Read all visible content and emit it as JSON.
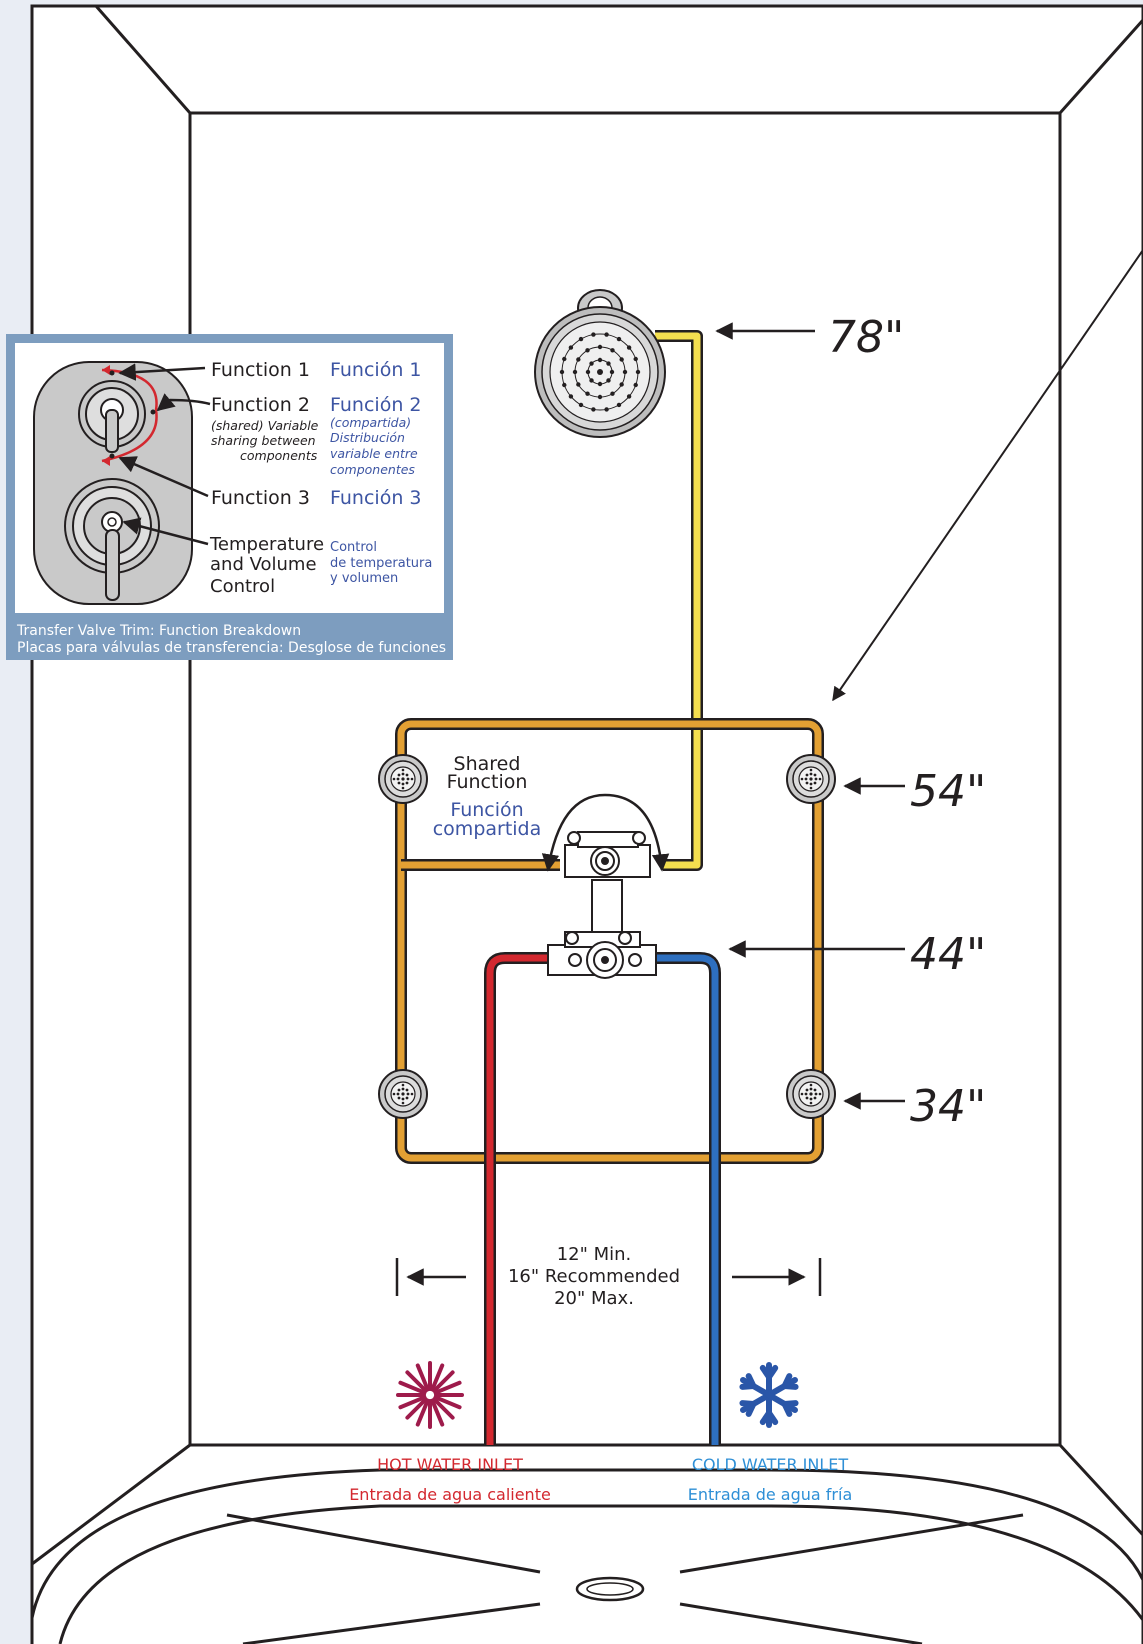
{
  "heights": {
    "shower_head": "78\"",
    "upper_jets": "54\"",
    "valve": "44\"",
    "lower_jets": "34\""
  },
  "shared_function": {
    "en_line1": "Shared",
    "en_line2": "Function",
    "es_line1": "Función",
    "es_line2": "compartida"
  },
  "spacing": {
    "min": "12\" Min.",
    "recommended": "16\" Recommended",
    "max": "20\" Max."
  },
  "inlets": {
    "hot_en": "HOT WATER INLET",
    "hot_es": "Entrada de agua caliente",
    "cold_en": "COLD WATER INLET",
    "cold_es": "Entrada de agua fría"
  },
  "legend": {
    "f1_en": "Function 1",
    "f1_es": "Función 1",
    "f2_en": "Function 2",
    "f2_es": "Función 2",
    "f2_desc_en_1": "(shared) Variable",
    "f2_desc_en_2": "sharing between",
    "f2_desc_en_3": "components",
    "f2_desc_es_1": "(compartida)",
    "f2_desc_es_2": "Distribución",
    "f2_desc_es_3": "variable entre",
    "f2_desc_es_4": "componentes",
    "f3_en": "Function 3",
    "f3_es": "Función 3",
    "temp_en_1": "Temperature",
    "temp_en_2": "and Volume",
    "temp_en_3": "Control",
    "temp_es_1": "Control",
    "temp_es_2": "de temperatura",
    "temp_es_3": "y volumen",
    "caption_en": "Transfer Valve Trim: Function Breakdown",
    "caption_es": "Placas para válvulas de transferencia: Desglose de funciones"
  },
  "colors": {
    "hot": "#d3282f",
    "cold": "#2e6fbf",
    "body_spray": "#e3a033",
    "shower": "#f4de4f",
    "legend_frame": "#7d9dbf",
    "spanish_text": "#3d55a3"
  }
}
